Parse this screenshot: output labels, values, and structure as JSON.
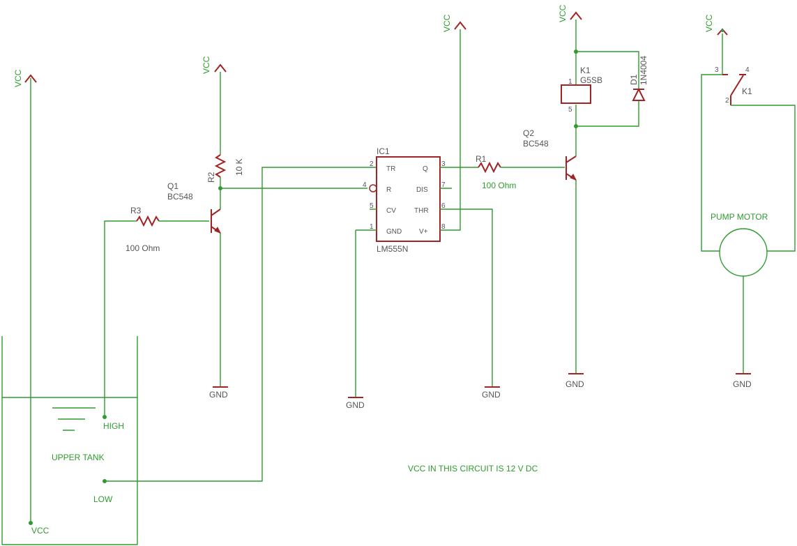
{
  "labels": {
    "vcc": "VCC",
    "gnd": "GND",
    "high": "HIGH",
    "low": "LOW",
    "upper_tank": "UPPER TANK",
    "note": "VCC IN THIS CIRCUIT IS 12 V DC",
    "pump_motor": "PUMP MOTOR"
  },
  "components": {
    "q1": {
      "name": "Q1",
      "value": "BC548"
    },
    "q2": {
      "name": "Q2",
      "value": "BC548"
    },
    "r1": {
      "name": "R1",
      "value": "100 Ohm"
    },
    "r2": {
      "name": "R2",
      "value": "10 K"
    },
    "r3": {
      "name": "R3",
      "value": "100 Ohm"
    },
    "ic1": {
      "name": "IC1",
      "value": "LM555N",
      "pins_left": [
        {
          "num": "2",
          "label": "TR"
        },
        {
          "num": "4",
          "label": "R"
        },
        {
          "num": "5",
          "label": "CV"
        },
        {
          "num": "1",
          "label": "GND"
        }
      ],
      "pins_right": [
        {
          "num": "3",
          "label": "Q"
        },
        {
          "num": "7",
          "label": "DIS"
        },
        {
          "num": "6",
          "label": "THR"
        },
        {
          "num": "8",
          "label": "V+"
        }
      ]
    },
    "k1": {
      "name": "K1",
      "value": "G5SB",
      "coil_pin_top": "1",
      "coil_pin_bottom": "5",
      "switch_pins": [
        "3",
        "4",
        "2"
      ]
    },
    "d1": {
      "name": "D1",
      "value": "1N4004"
    }
  }
}
